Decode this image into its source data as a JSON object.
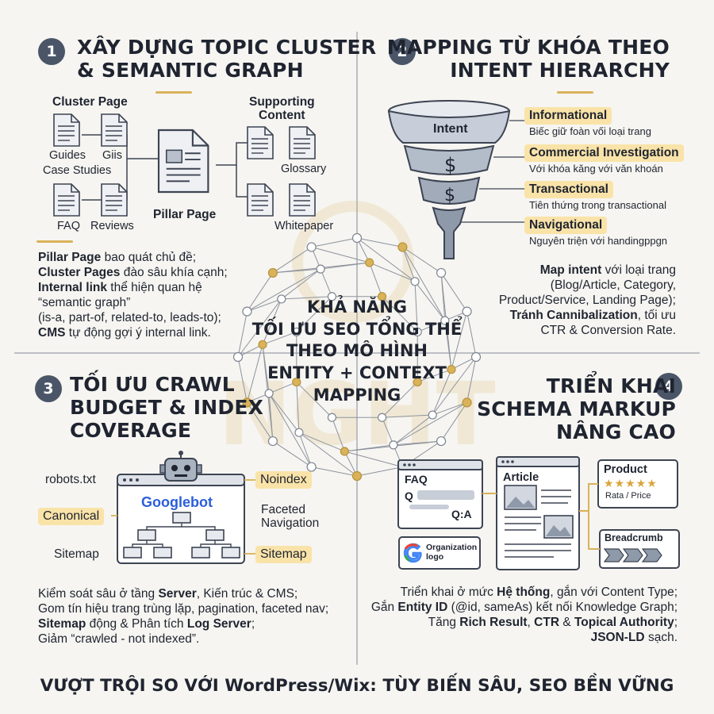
{
  "center": {
    "lines": [
      "KHẢ NĂNG",
      "TỐI ƯU SEO TỔNG THỂ",
      "THEO MÔ HÌNH",
      "ENTITY + CONTEXT",
      "MAPPING"
    ],
    "watermark": "NGHT"
  },
  "sections": [
    {
      "number": "1",
      "title_lines": [
        "XÂY DỰNG TOPIC CLUSTER",
        "& SEMANTIC GRAPH"
      ],
      "diagram": {
        "cluster_heading": "Cluster Page",
        "supporting_heading_lines": [
          "Supporting",
          "Content"
        ],
        "pillar_label": "Pillar Page",
        "labels": [
          "Guides",
          "Giis",
          "Case Studies",
          "FAQ",
          "Reviews",
          "Glossary",
          "Whitepaper"
        ]
      },
      "body": [
        {
          "b": "Pillar Page",
          "t": " bao quát chủ đề;"
        },
        {
          "b": "Cluster Pages",
          "t": " đào sâu khía cạnh;"
        },
        {
          "b": "Internal link",
          "t": " thể hiện quan hệ"
        },
        {
          "b": "",
          "t": "“semantic graph”"
        },
        {
          "b": "",
          "t": "(is-a, part-of, related-to, leads-to);"
        },
        {
          "b": "CMS",
          "t": " tự động gợi ý internal link."
        }
      ]
    },
    {
      "number": "2",
      "title_lines": [
        "MAPPING TỪ KHÓA THEO",
        "INTENT HIERARCHY"
      ],
      "diagram": {
        "funnel_label": "Intent",
        "dollar": "$",
        "intents": [
          {
            "name": "Informational",
            "desc": "Biếc giữ foàn vối loại trang"
          },
          {
            "name": "Commercial Investigation",
            "desc": "Với khóa kăng với văn khoán"
          },
          {
            "name": "Transactional",
            "desc": "Tiên thứng trong transactional"
          },
          {
            "name": "Navigational",
            "desc": "Nguyên triện với handingppgn"
          }
        ]
      },
      "body": [
        {
          "b": "Map intent",
          "t": " với loại trang"
        },
        {
          "b": "",
          "t": "(Blog/Article, Category,"
        },
        {
          "b": "",
          "t": "Product/Service, Landing Page);"
        },
        {
          "b": "Tránh Cannibalization",
          "t": ", tối ưu"
        },
        {
          "b": "",
          "t": "CTR & Conversion Rate."
        }
      ]
    },
    {
      "number": "3",
      "title_lines": [
        "TỐI ƯU CRAWL",
        "BUDGET & INDEX",
        "COVERAGE"
      ],
      "diagram": {
        "bot_name": "Googlebot",
        "left_labels": {
          "robots": "robots.txt",
          "canonical": "Canonical",
          "sitemap": "Sitemap"
        },
        "right_labels": {
          "noindex": "Noindex",
          "faceted_lines": [
            "Faceted",
            "Navigation"
          ],
          "sitemap": "Sitemap"
        }
      },
      "body": [
        {
          "parts": [
            [
              "",
              "Kiểm soát sâu ở tầng "
            ],
            [
              "b",
              "Server"
            ],
            [
              "",
              ", Kiến trúc & CMS;"
            ]
          ]
        },
        {
          "parts": [
            [
              "",
              "Gom tín hiệu trang trùng lặp, pagination, faceted nav;"
            ]
          ]
        },
        {
          "parts": [
            [
              "b",
              "Sitemap"
            ],
            [
              "",
              " động & Phân tích "
            ],
            [
              "b",
              "Log Server"
            ],
            [
              "",
              ";"
            ]
          ]
        },
        {
          "parts": [
            [
              "",
              "Giảm “crawled - not indexed”."
            ]
          ]
        }
      ]
    },
    {
      "number": "4",
      "title_lines": [
        "TRIỂN KHAI",
        "SCHEMA MARKUP",
        "NÂNG CAO"
      ],
      "diagram": {
        "faq": "FAQ",
        "q": "Q",
        "qa": "Q:A",
        "article": "Article",
        "product": "Product",
        "product_sub": "Rata / Price",
        "stars": "★★★★★",
        "breadcrumb": "Breadcrumb",
        "org_lines": [
          "Organization",
          "logo"
        ]
      },
      "body": [
        {
          "parts": [
            [
              "",
              "Triển khai ở mức "
            ],
            [
              "b",
              "Hệ thống"
            ],
            [
              "",
              ", gắn với Content Type;"
            ]
          ]
        },
        {
          "parts": [
            [
              "",
              "Gắn "
            ],
            [
              "b",
              "Entity ID"
            ],
            [
              "",
              " (@id, sameAs) kết nối Knowledge Graph;"
            ]
          ]
        },
        {
          "parts": [
            [
              "",
              "Tăng "
            ],
            [
              "b",
              "Rich Result"
            ],
            [
              "",
              ", "
            ],
            [
              "b",
              "CTR"
            ],
            [
              "",
              " & "
            ],
            [
              "b",
              "Topical Authority"
            ],
            [
              "",
              ";"
            ]
          ]
        },
        {
          "parts": [
            [
              "b",
              "JSON-LD"
            ],
            [
              "",
              " sạch."
            ]
          ]
        }
      ]
    }
  ],
  "footer": "VƯỢT TRỘI SO VỚI WordPress/Wix: TÙY BIẾN SÂU, SEO BỀN VỮNG",
  "colors": {
    "dark": "#1f2430",
    "badge": "#4a5568",
    "gold": "#d9b25a",
    "highlight": "#f9e3a8",
    "funnel": "#c7ced9"
  }
}
